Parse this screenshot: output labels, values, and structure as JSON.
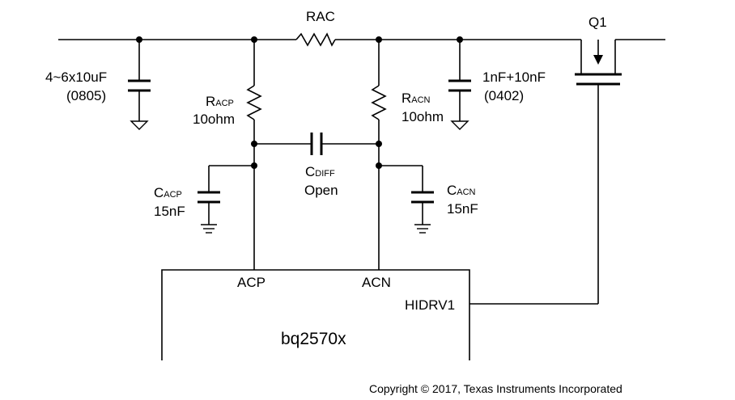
{
  "diagram": {
    "labels": {
      "rac": "RAC",
      "q1": "Q1",
      "input_cap_value": "4~6x10uF",
      "input_cap_package": "(0805)",
      "output_cap_value": "1nF+10nF",
      "output_cap_package": "(0402)",
      "racp_main": "R",
      "racp_sub": "ACP",
      "racp_value": "10ohm",
      "racn_main": "R",
      "racn_sub": "ACN",
      "racn_value": "10ohm",
      "cdiff_main": "C",
      "cdiff_sub": "DIFF",
      "cdiff_value": "Open",
      "cacp_main": "C",
      "cacp_sub": "ACP",
      "cacp_value": "15nF",
      "cacn_main": "C",
      "cacn_sub": "ACN",
      "cacn_value": "15nF",
      "pin_acp": "ACP",
      "pin_acn": "ACN",
      "pin_hidrv1": "HIDRV1",
      "chip": "bq2570x"
    },
    "copyright": "Copyright © 2017, Texas Instruments Incorporated"
  }
}
